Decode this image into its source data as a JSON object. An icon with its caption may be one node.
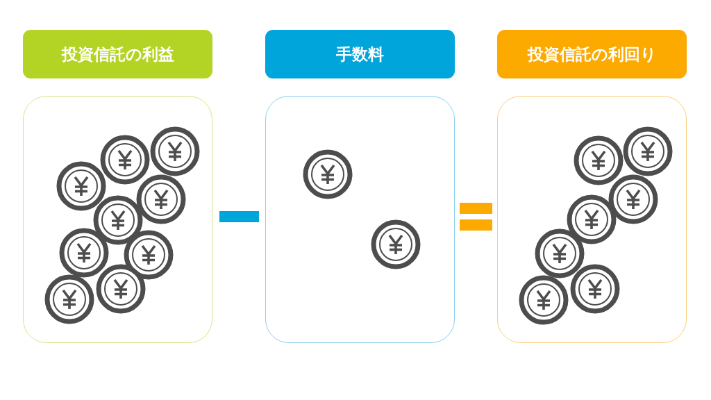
{
  "diagram": {
    "nodes": [
      {
        "text": [
          "投資信託の利益"
        ]
      },
      {
        "text": [
          "手数料"
        ]
      },
      {
        "text": [
          "投資信託の利回り"
        ]
      },
      {
        "text": [],
        "shape": "box"
      },
      {
        "text": [],
        "shape": "box"
      },
      {
        "text": [],
        "shape": "box"
      }
    ]
  }
}
